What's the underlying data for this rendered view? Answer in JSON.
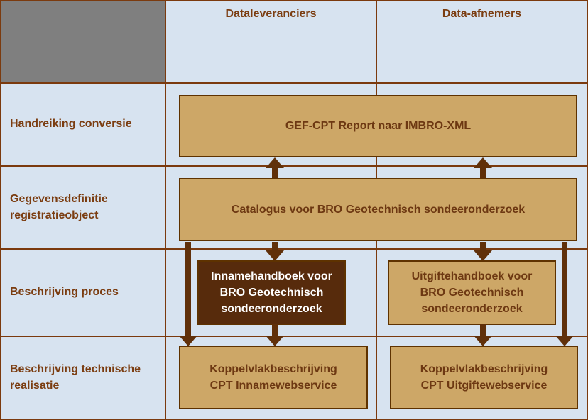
{
  "diagram": {
    "columns": {
      "dataleveranciers": "Dataleveranciers",
      "data_afnemers": "Data-afnemers"
    },
    "rows": {
      "handreiking": "Handreiking conversie",
      "gegevensdefinitie": "Gegevensdefinitie registratieobject",
      "proces": "Beschrijving proces",
      "technisch": "Beschrijving technische realisatie"
    },
    "boxes": {
      "gef": "GEF-CPT Report naar IMBRO-XML",
      "catalogus": "Catalogus voor BRO Geotechnisch sondeeronderzoek",
      "innamehandboek": "Innamehandboek voor BRO Geotechnisch sondeeronderzoek",
      "uitgiftehandboek": "Uitgiftehandboek voor BRO Geotechnisch sondeeronderzoek",
      "koppelvlak_inname": "Koppelvlakbeschrijving CPT Innamewebservice",
      "koppelvlak_uitgifte": "Koppelvlakbeschrijving CPT Uitgiftewebservice"
    },
    "arrows": [
      {
        "name": "catalogus-to-gef-left",
        "direction": "up"
      },
      {
        "name": "catalogus-to-gef-right",
        "direction": "up"
      },
      {
        "name": "catalogus-to-innamehandboek",
        "direction": "down"
      },
      {
        "name": "catalogus-to-uitgiftehandboek",
        "direction": "down"
      },
      {
        "name": "catalogus-to-koppelvlak-inname",
        "direction": "down"
      },
      {
        "name": "innamehandboek-to-koppelvlak-inname",
        "direction": "down"
      },
      {
        "name": "catalogus-to-koppelvlak-uitgifte",
        "direction": "down"
      },
      {
        "name": "uitgiftehandboek-to-koppelvlak-uitgifte",
        "direction": "down"
      }
    ],
    "colors": {
      "cell_background": "#d7e3f0",
      "grid_border": "#7b3a0e",
      "box_fill_tan": "#cda767",
      "box_border": "#5e3200",
      "box_fill_dark": "#572b0c",
      "text_brown": "#7b3d11",
      "box_text_brown": "#6d3812",
      "text_white": "#ffffff",
      "arrow": "#60300a",
      "corner_gray": "#7f7f7f"
    }
  }
}
